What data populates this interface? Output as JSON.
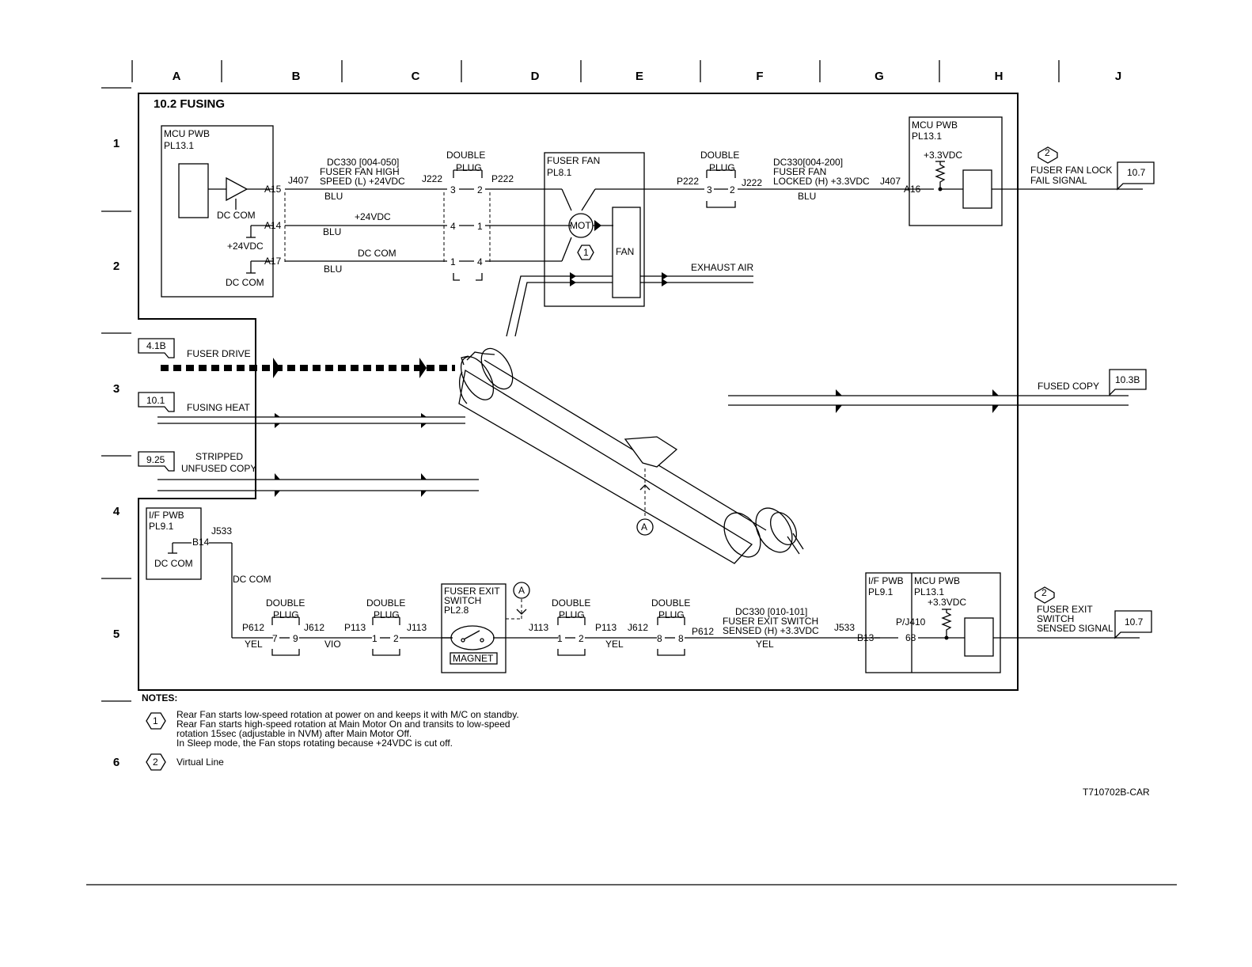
{
  "grid": {
    "columns": [
      "A",
      "B",
      "C",
      "D",
      "E",
      "F",
      "G",
      "H",
      "J"
    ],
    "rows": [
      "1",
      "2",
      "3",
      "4",
      "5",
      "6"
    ]
  },
  "title": "10.2 FUSING",
  "mcu_left": {
    "title": "MCU PWB",
    "ref": "PL13.1",
    "dc_com_1": "DC COM",
    "plus24": "+24VDC",
    "dc_com_2": "DC COM",
    "pins": [
      "A15",
      "A14",
      "A17"
    ],
    "conn": "J407"
  },
  "fan_wires": {
    "desc1": "DC330 [004-050]",
    "desc2": "FUSER FAN HIGH",
    "desc3": "SPEED (L) +24VDC",
    "w1": "BLU",
    "w2_label": "+24VDC",
    "w2": "BLU",
    "w3_label": "DC COM",
    "w3": "BLU",
    "plug_conn_left": "J222",
    "plug_conn_right": "P222",
    "plug_title1": "DOUBLE",
    "plug_title2": "PLUG",
    "plug_pins": [
      [
        "3",
        "2"
      ],
      [
        "4",
        "1"
      ],
      [
        "1",
        "4"
      ]
    ]
  },
  "fuser_fan": {
    "title": "FUSER FAN",
    "ref": "PL8.1",
    "mot": "MOT",
    "fan": "FAN",
    "note": "1",
    "exhaust": "EXHAUST AIR"
  },
  "lock_wires": {
    "plug_title1": "DOUBLE",
    "plug_title2": "PLUG",
    "p_conn": "P222",
    "j_conn": "J222",
    "pins": [
      "3",
      "2"
    ],
    "desc1": "DC330[004-200]",
    "desc2": "FUSER FAN",
    "desc3": "LOCKED (H) +3.3VDC",
    "wire": "BLU",
    "conn": "J407",
    "pin": "A16"
  },
  "mcu_right_top": {
    "title": "MCU PWB",
    "ref": "PL13.1",
    "vdc": "+3.3VDC"
  },
  "lock_signal": {
    "note": "2",
    "line1": "FUSER FAN LOCK",
    "line2": "FAIL SIGNAL",
    "ref": "10.7"
  },
  "inputs": [
    {
      "ref": "4.1B",
      "label": "FUSER DRIVE"
    },
    {
      "ref": "10.1",
      "label": "FUSING HEAT"
    },
    {
      "ref": "9.25",
      "label1": "STRIPPED",
      "label2": "UNFUSED COPY"
    }
  ],
  "fused_copy": {
    "label": "FUSED COPY",
    "ref": "10.3B"
  },
  "point_a": "A",
  "if_left": {
    "title": "I/F PWB",
    "ref": "PL9.1",
    "pin": "B14",
    "conn": "J533",
    "dc_com": "DC COM",
    "wire_label": "DC COM"
  },
  "bottom": {
    "p612": "P612",
    "yel1": "YEL",
    "plug1_title1": "DOUBLE",
    "plug1_title2": "PLUG",
    "plug1_pins": [
      "7",
      "9"
    ],
    "j612": "J612",
    "vio": "VIO",
    "p113": "P113",
    "plug2_title1": "DOUBLE",
    "plug2_title2": "PLUG",
    "plug2_pins": [
      "1",
      "2"
    ],
    "j113": "J113",
    "switch_title1": "FUSER EXIT",
    "switch_title2": "SWITCH",
    "switch_ref": "PL2.8",
    "magnet": "MAGNET",
    "switch_a": "A",
    "j113b": "J113",
    "plug3_title1": "DOUBLE",
    "plug3_title2": "PLUG",
    "plug3_pins": [
      "1",
      "2"
    ],
    "p113b": "P113",
    "yel2": "YEL",
    "j612b": "J612",
    "plug4_title1": "DOUBLE",
    "plug4_title2": "PLUG",
    "plug4_pins": [
      "8",
      "8"
    ],
    "p612b": "P612",
    "desc1": "DC330 [010-101]",
    "desc2": "FUSER EXIT SWITCH",
    "desc3": "SENSED (H) +3.3VDC",
    "yel3": "YEL",
    "j533": "J533",
    "b13": "B13",
    "pj410": "P/J410",
    "pin68": "68"
  },
  "right_bottom": {
    "if_title": "I/F PWB",
    "if_ref": "PL9.1",
    "mcu_title": "MCU PWB",
    "mcu_ref": "PL13.1",
    "vdc": "+3.3VDC"
  },
  "exit_signal": {
    "note": "2",
    "line1": "FUSER EXIT",
    "line2": "SWITCH",
    "line3": "SENSED SIGNAL",
    "ref": "10.7"
  },
  "notes": {
    "heading": "NOTES:",
    "n1_num": "1",
    "n1_lines": [
      "Rear Fan starts low-speed rotation at power on and keeps it with M/C on standby.",
      "Rear Fan starts high-speed rotation at Main Motor On and transits to low-speed",
      "rotation 15sec (adjustable in NVM) after Main Motor Off.",
      "In Sleep mode, the Fan stops rotating because +24VDC is cut off."
    ],
    "n2_num": "2",
    "n2_text": "Virtual Line"
  },
  "figure_id": "T710702B-CAR"
}
